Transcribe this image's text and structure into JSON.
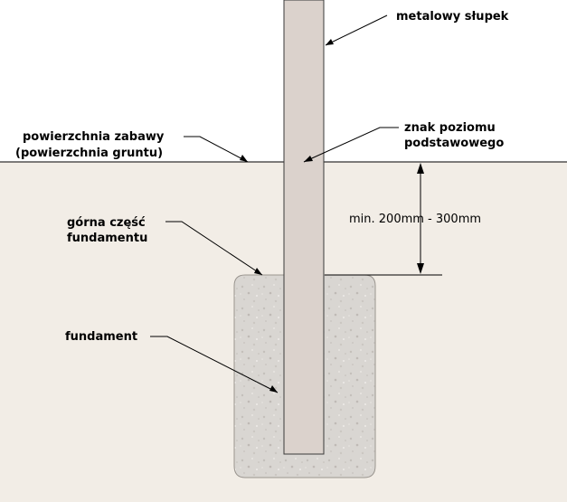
{
  "labels": {
    "metal_post": "metalowy słupek",
    "play_surface_line1": "powierzchnia zabawy",
    "play_surface_line2": "(powierzchnia gruntu)",
    "base_level_line1": "znak poziomu",
    "base_level_line2": "podstawowego",
    "foundation_top_line1": "górna część",
    "foundation_top_line2": "fundamentu",
    "foundation": "fundament",
    "depth_dimension": "min. 200mm - 300mm"
  },
  "colors": {
    "sky": "#ffffff",
    "ground": "#f2ede6",
    "post": "#dbd2cc",
    "concrete": "#d8d5d1",
    "line": "#000000"
  }
}
